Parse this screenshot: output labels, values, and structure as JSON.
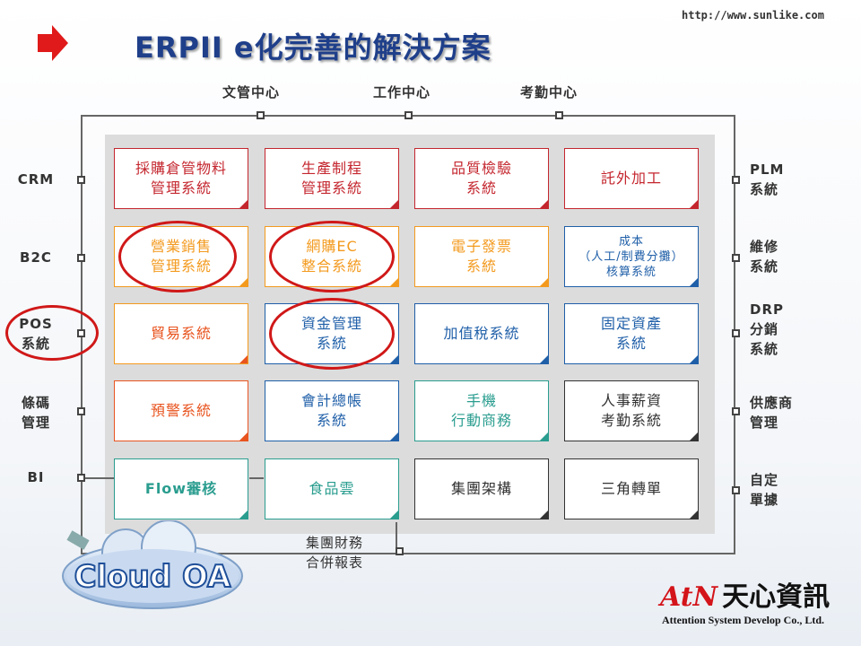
{
  "url": "http://www.sunlike.com",
  "title": "ERPII  e化完善的解決方案",
  "top_labels": [
    "文管中心",
    "工作中心",
    "考勤中心"
  ],
  "left_labels": [
    "CRM",
    "B2C",
    "POS\n系統",
    "條碼\n管理",
    "BI"
  ],
  "right_labels": [
    "PLM\n系統",
    "維修\n系統",
    "DRP\n分銷\n系統",
    "供應商\n管理",
    "自定\n單據"
  ],
  "bottom_label": "集團財務\n合併報表",
  "modules": [
    [
      "採購倉管物料\n管理系統",
      "生產制程\n管理系統",
      "品質檢驗\n系統",
      "託外加工"
    ],
    [
      "營業銷售\n管理系統",
      "網購EC\n整合系統",
      "電子發票\n系統",
      "成本\n（人工/制費分攤）\n核算系統"
    ],
    [
      "貿易系統",
      "資金管理\n系統",
      "加值稅系統",
      "固定資產\n系統"
    ],
    [
      "預警系統",
      "會計總帳\n系統",
      "手機\n行動商務",
      "人事薪資\n考勤系統"
    ],
    [
      "Flow審核",
      "食品雲",
      "集團架構",
      "三角轉單"
    ]
  ],
  "colors": {
    "red": "#c4262e",
    "orange": "#f39a1e",
    "orange_red": "#e8541f",
    "blue": "#1f5fa8",
    "teal": "#2a9d8f",
    "dark": "#333333",
    "highlight": "#d01818",
    "title": "#1f3f8a"
  },
  "logo_cloud": "Cloud OA",
  "logo_company": "天心資訊",
  "logo_company_en": "Attention System Develop Co., Ltd."
}
